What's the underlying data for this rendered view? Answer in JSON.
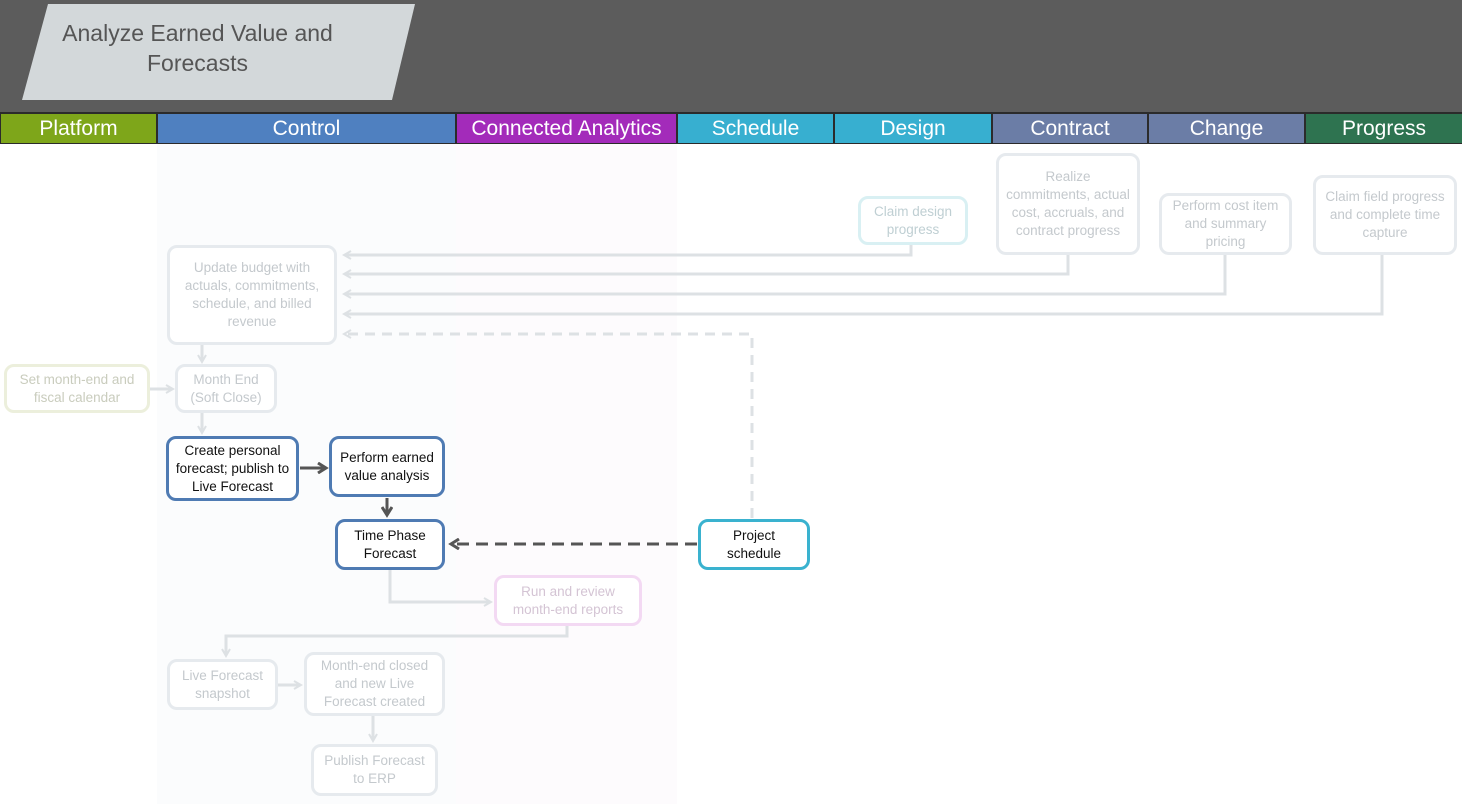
{
  "title": "Analyze Earned Value and Forecasts",
  "lanes": [
    {
      "label": "Platform",
      "color": "#7ea61a"
    },
    {
      "label": "Control",
      "color": "#4f80c0"
    },
    {
      "label": "Connected Analytics",
      "color": "#a32bba"
    },
    {
      "label": "Schedule",
      "color": "#37afd0"
    },
    {
      "label": "Design",
      "color": "#37afd0"
    },
    {
      "label": "Contract",
      "color": "#6b7da6"
    },
    {
      "label": "Change",
      "color": "#6b7da6"
    },
    {
      "label": "Progress",
      "color": "#2e7350"
    }
  ],
  "nodes": {
    "claim_design_progress": "Claim design progress",
    "realize_commitments": "Realize commitments, actual cost, accruals, and contract progress",
    "perform_cost_item": "Perform cost item and summary pricing",
    "claim_field_progress": "Claim field progress and complete time capture",
    "update_budget": "Update budget with actuals, commitments, schedule, and billed revenue",
    "set_month_end": "Set month-end and fiscal calendar",
    "month_end_soft_close": "Month End (Soft Close)",
    "create_personal_forecast": "Create personal forecast; publish to Live Forecast",
    "perform_earned_value": "Perform earned value analysis",
    "time_phase_forecast": "Time Phase Forecast",
    "project_schedule": "Project schedule",
    "run_review_reports": "Run and review month-end reports",
    "live_forecast_snapshot": "Live Forecast snapshot",
    "month_end_closed": "Month-end closed and new Live Forecast created",
    "publish_forecast_erp": "Publish Forecast to ERP"
  },
  "colors": {
    "header_bg": "#5c5c5c",
    "active_border": "#4f7bb3",
    "schedule_border": "#3ab2cf",
    "faded_border": "#e6eaee"
  }
}
